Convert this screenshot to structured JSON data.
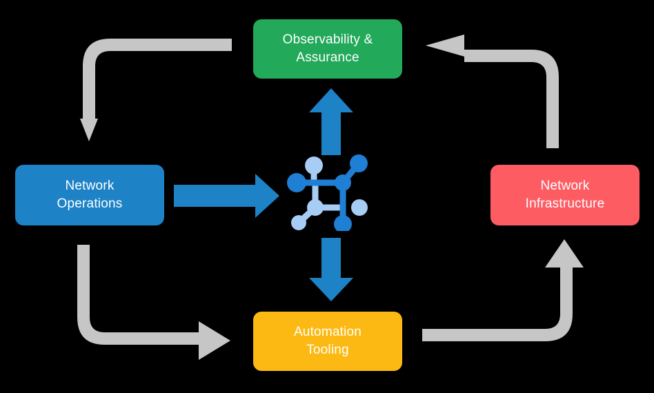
{
  "diagram": {
    "title": "Network automation lifecycle cycle diagram",
    "background_color": "#000000",
    "nodes": [
      {
        "id": "observability-assurance",
        "label": "Observability &\nAssurance",
        "color": "#22a95a",
        "position": "top"
      },
      {
        "id": "network-operations",
        "label": "Network\nOperations",
        "color": "#1d82c6",
        "position": "left"
      },
      {
        "id": "network-infrastructure",
        "label": "Network\nInfrastructure",
        "color": "#fd5c63",
        "position": "right"
      },
      {
        "id": "automation-tooling",
        "label": "Automation\nTooling",
        "color": "#fdb913",
        "position": "bottom"
      }
    ],
    "center_icon": {
      "name": "network-topology-icon",
      "primary_color": "#1f7fd4",
      "secondary_color": "#a8cdf5"
    },
    "arrows": {
      "accent_color": "#1d82c6",
      "flow_color": "#c6c6c6",
      "accent_arrows": [
        {
          "id": "operations-to-hub",
          "direction": "right"
        },
        {
          "id": "hub-to-observability",
          "direction": "up"
        },
        {
          "id": "hub-to-automation",
          "direction": "down"
        }
      ],
      "flow_arrows": [
        {
          "id": "observability-to-operations",
          "direction": "down-left"
        },
        {
          "id": "infrastructure-to-observability",
          "direction": "up-left"
        },
        {
          "id": "operations-to-automation",
          "direction": "down-right"
        },
        {
          "id": "automation-to-infrastructure",
          "direction": "up-right"
        }
      ]
    }
  }
}
